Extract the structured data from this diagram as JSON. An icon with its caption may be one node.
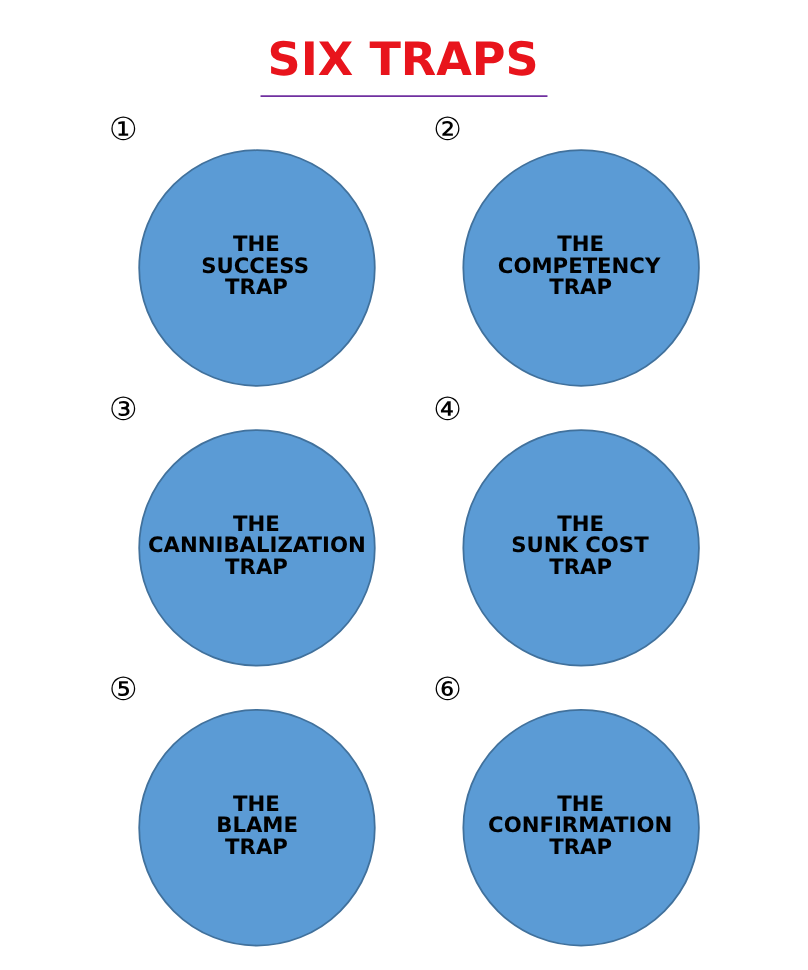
{
  "diagram": {
    "title": "SIX TRAPS",
    "nodes": [
      {
        "text": [
          "THE SUCCESS TRAP"
        ],
        "beside": [
          "①"
        ]
      },
      {
        "text": [
          "THE COMPETENCY TRAP"
        ],
        "beside": [
          "②"
        ]
      },
      {
        "text": [
          "THE CANNIBALIZATION TRAP"
        ],
        "beside": [
          "③"
        ]
      },
      {
        "text": [
          "THE SUNK COST TRAP"
        ],
        "beside": [
          "④"
        ]
      },
      {
        "text": [
          "THE BLAME TRAP"
        ],
        "beside": [
          "⑤"
        ]
      },
      {
        "text": [
          "THE CONFIRMATION TRAP"
        ],
        "beside": [
          "⑥"
        ]
      }
    ],
    "edges": []
  }
}
